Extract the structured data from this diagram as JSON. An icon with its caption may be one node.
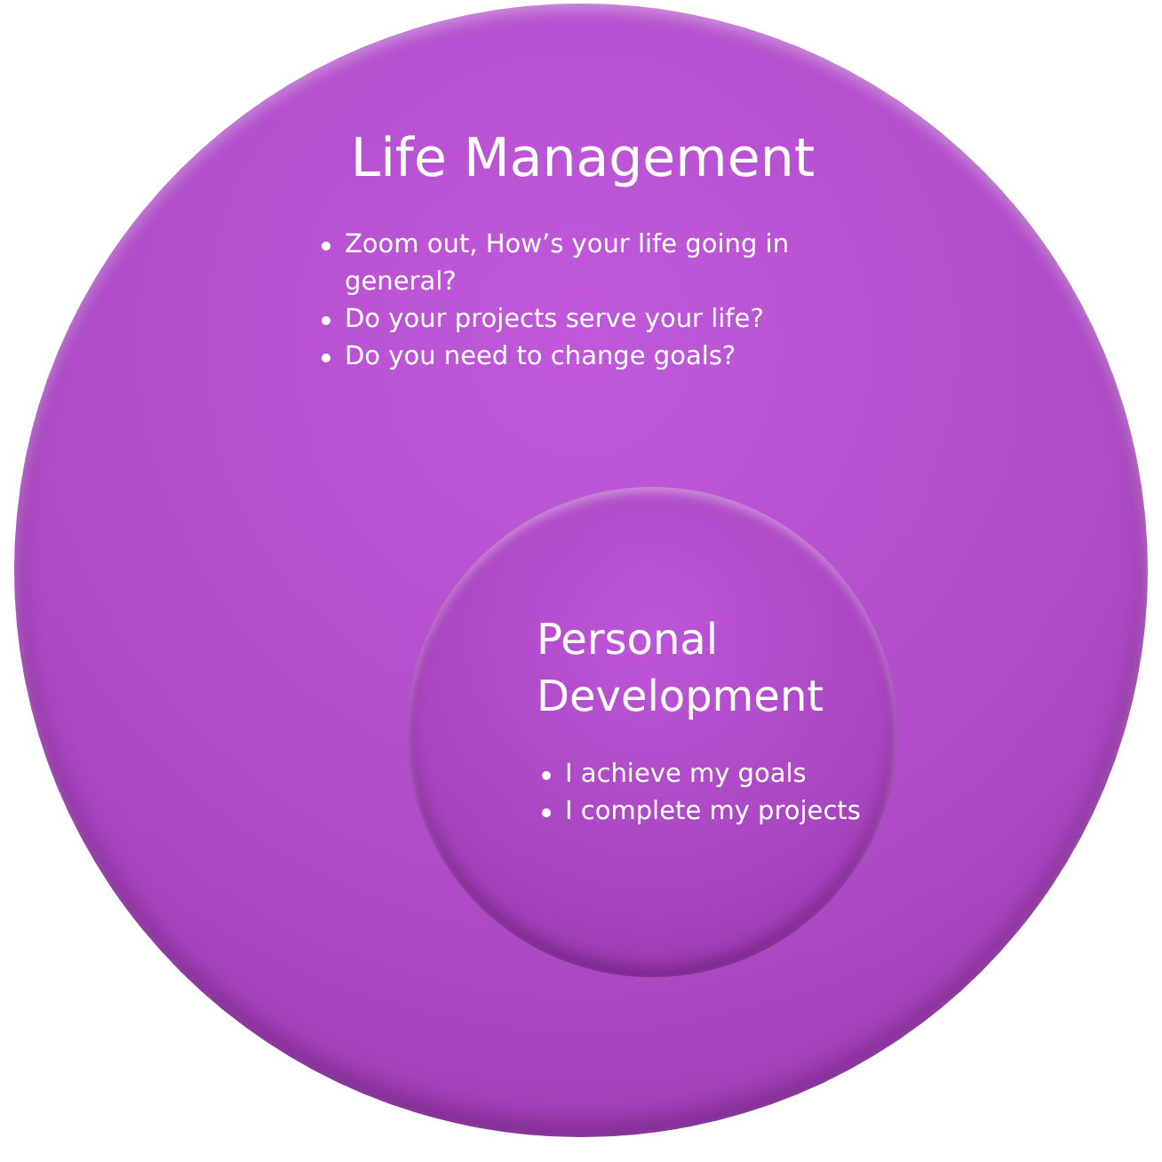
{
  "diagram": {
    "nodes": [
      {
        "text": [
          "Life Management",
          "Zoom out, How’s your life going in general?",
          "Do your projects serve your life?",
          "Do you need to change goals?"
        ]
      },
      {
        "text": [
          "Personal Development",
          "I achieve my goals",
          "I complete my projects"
        ],
        "in": 0
      }
    ]
  }
}
